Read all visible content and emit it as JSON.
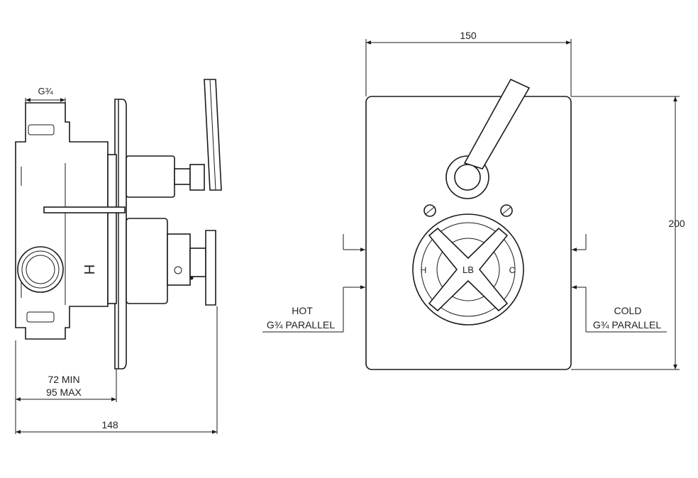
{
  "side_view": {
    "thread_label": "G¾",
    "depth_min_label": "72 MIN",
    "depth_max_label": "95 MAX",
    "width_label": "148",
    "hot_mark": "H"
  },
  "front_view": {
    "width_label": "150",
    "height_label": "200",
    "hot_label_line1": "HOT",
    "hot_label_line2": "G¾ PARALLEL",
    "cold_label_line1": "COLD",
    "cold_label_line2": "G¾ PARALLEL",
    "handle_hot_mark": "H",
    "handle_cold_mark": "C",
    "logo_text": "LB"
  }
}
